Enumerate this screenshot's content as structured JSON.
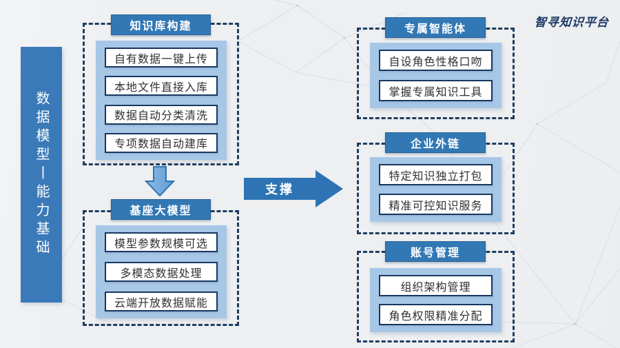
{
  "brand": {
    "logo_text": "智寻知识平台"
  },
  "side_banner": {
    "label": "数据模型丨能力基础"
  },
  "connector": {
    "support_label": "支撑"
  },
  "sections": {
    "left": [
      {
        "title": "知识库构建",
        "items": [
          "自有数据一键上传",
          "本地文件直接入库",
          "数据自动分类清洗",
          "专项数据自动建库"
        ]
      },
      {
        "title": "基座大模型",
        "items": [
          "模型参数规模可选",
          "多模态数据处理",
          "云端开放数据赋能"
        ]
      }
    ],
    "right": [
      {
        "title": "专属智能体",
        "items": [
          "自设角色性格口吻",
          "掌握专属知识工具"
        ]
      },
      {
        "title": "企业外链",
        "items": [
          "特定知识独立打包",
          "精准可控知识服务"
        ]
      },
      {
        "title": "账号管理",
        "items": [
          "组织架构管理",
          "角色权限精准分配"
        ]
      }
    ]
  },
  "colors": {
    "accent_blue": "#3278b5",
    "panel_blue": "#a7c7e7",
    "dash_navy": "#1e3d5f",
    "arrow_blue": "#2e74b5",
    "background": "#edeff1"
  }
}
